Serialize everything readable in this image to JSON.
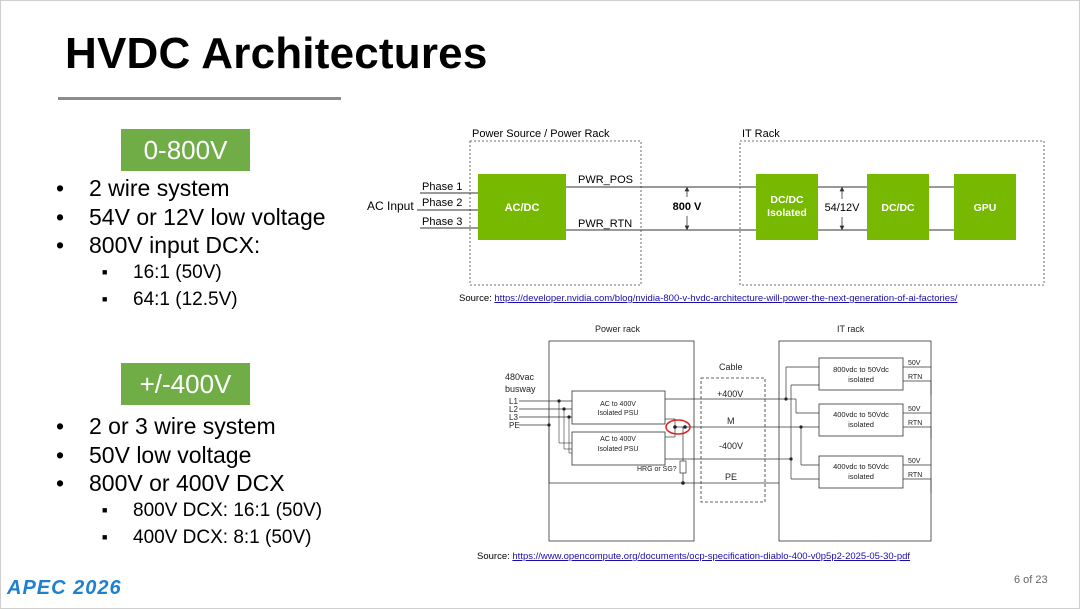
{
  "slide": {
    "title": "HVDC Architectures",
    "page_number": "6 of 23",
    "logo_text": "APEC 2026"
  },
  "section1": {
    "badge": "0-800V",
    "bullets": [
      "2 wire system",
      "54V or 12V low voltage",
      "800V input DCX:"
    ],
    "sub_bullets": [
      "16:1 (50V)",
      "64:1 (12.5V)"
    ]
  },
  "section2": {
    "badge": "+/-400V",
    "bullets": [
      "2 or 3 wire system",
      "50V low voltage",
      "800V or 400V DCX"
    ],
    "sub_bullets": [
      "800V DCX: 16:1 (50V)",
      "400V DCX: 8:1 (50V)"
    ]
  },
  "diagram1": {
    "power_source_label": "Power Source / Power Rack",
    "it_rack_label": "IT Rack",
    "ac_input": "AC Input",
    "phases": [
      "Phase 1",
      "Phase 2",
      "Phase 3"
    ],
    "acdc": "AC/DC",
    "pwr_pos": "PWR_POS",
    "pwr_rtn": "PWR_RTN",
    "voltage": "800 V",
    "dcdc_isolated_line1": "DC/DC",
    "dcdc_isolated_line2": "Isolated",
    "mid_voltage": "54/12V",
    "dcdc": "DC/DC",
    "gpu": "GPU",
    "source_prefix": "Source: ",
    "source_url": "https://developer.nvidia.com/blog/nvidia-800-v-hvdc-architecture-will-power-the-next-generation-of-ai-factories/",
    "green": "#76b900"
  },
  "diagram2": {
    "power_rack_label": "Power rack",
    "it_rack_label": "IT rack",
    "input_line1": "480vac",
    "input_line2": "busway",
    "lines": [
      "L1",
      "L2",
      "L3",
      "PE"
    ],
    "psu_line1": "AC to 400V",
    "psu_line2": "Isolated PSU",
    "hrg": "HRG or SG?",
    "cable_label": "Cable",
    "rails": [
      "+400V",
      "M",
      "-400V",
      "PE"
    ],
    "converters": [
      "800vdc to 50Vdc",
      "400vdc to 50Vdc",
      "400vdc to 50Vdc"
    ],
    "converter_sub": "isolated",
    "out_50v": "50V",
    "out_rtn": "RTN",
    "source_prefix": "Source: ",
    "source_url": "https://www.opencompute.org/documents/ocp-specification-diablo-400-v0p5p2-2025-05-30-pdf"
  }
}
